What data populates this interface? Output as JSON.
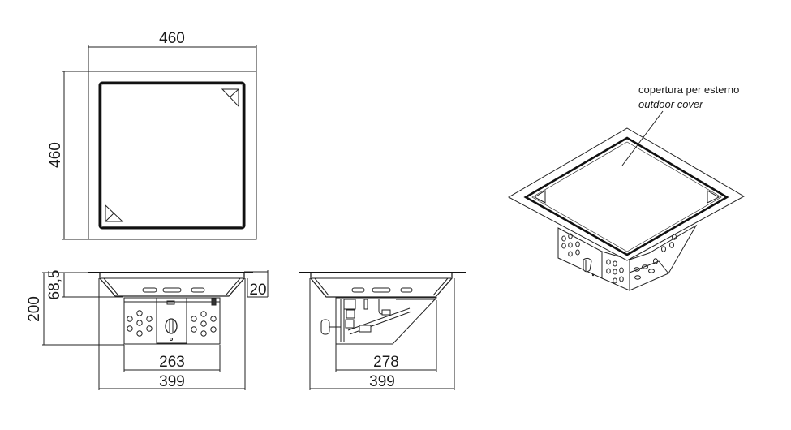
{
  "colors": {
    "line": "#222222",
    "background": "#ffffff",
    "text": "#1a1a1a"
  },
  "top_view": {
    "width_dim": "460",
    "height_dim": "460"
  },
  "front_view": {
    "total_height_dim": "200",
    "depth_dim": "68,5",
    "flange_dim": "20",
    "inner_width_dim": "263",
    "outer_width_dim": "399"
  },
  "side_view": {
    "inner_width_dim": "278",
    "outer_width_dim": "399"
  },
  "iso_view": {
    "callout_it": "copertura per esterno",
    "callout_en": "outdoor cover"
  }
}
